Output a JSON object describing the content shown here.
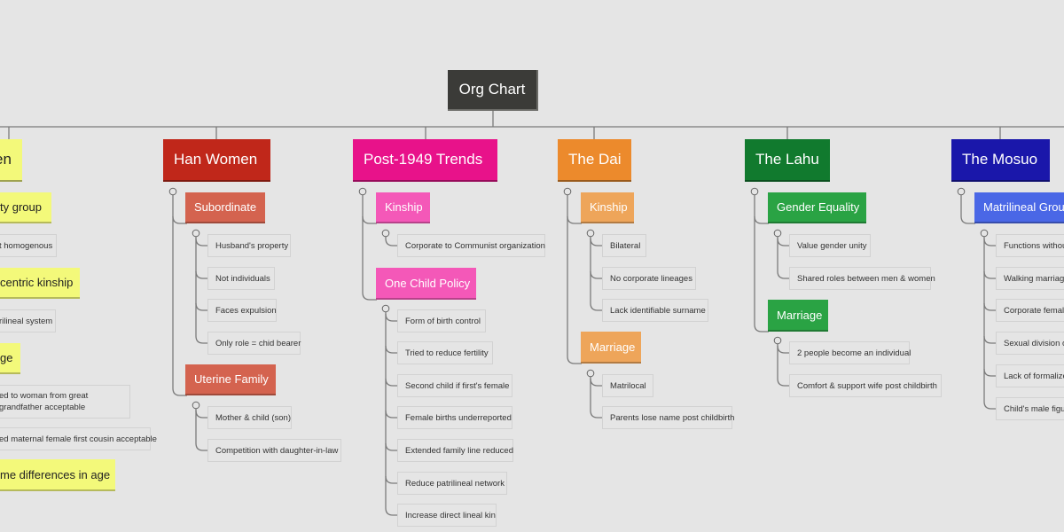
{
  "root": {
    "label": "Org Chart"
  },
  "colors": {
    "yellow": "#f3f97a",
    "han": "#c0271a",
    "han_sub": "#d4634f",
    "post": "#e8128a",
    "post_sub": "#f458b8",
    "dai": "#ec8a2c",
    "dai_sub": "#eea55a",
    "lahu": "#117a2e",
    "lahu_sub": "#2aa344",
    "mosuo": "#1a17aa",
    "mosuo_sub": "#4a67e6"
  },
  "branches": [
    {
      "id": "left",
      "label": "en",
      "subs": [
        {
          "label": "ty group",
          "leaves": [
            "t homogenous"
          ]
        },
        {
          "label": "centric kinship",
          "leaves": [
            "rilineal system"
          ]
        },
        {
          "label": "ge",
          "leaves": [
            "ed to woman from great grandfather acceptable",
            "ed maternal female first cousin acceptable"
          ]
        },
        {
          "label": "me differences in age",
          "leaves": []
        }
      ]
    },
    {
      "id": "han",
      "label": "Han Women",
      "subs": [
        {
          "label": "Subordinate",
          "leaves": [
            "Husband's property",
            "Not individuals",
            "Faces expulsion",
            "Only role = chid bearer"
          ]
        },
        {
          "label": "Uterine Family",
          "leaves": [
            "Mother & child (son)",
            "Competition with daughter-in-law"
          ]
        }
      ]
    },
    {
      "id": "post",
      "label": "Post-1949 Trends",
      "subs": [
        {
          "label": "Kinship",
          "leaves": [
            "Corporate to Communist organization"
          ]
        },
        {
          "label": "One Child Policy",
          "leaves": [
            "Form of birth control",
            "Tried to reduce fertility",
            "Second child if first's female",
            "Female births underreported",
            "Extended family line reduced",
            "Reduce patrilineal network",
            "Increase direct lineal kin"
          ]
        }
      ]
    },
    {
      "id": "dai",
      "label": "The Dai",
      "subs": [
        {
          "label": "Kinship",
          "leaves": [
            "Bilateral",
            "No corporate lineages",
            "Lack identifiable surname"
          ]
        },
        {
          "label": "Marriage",
          "leaves": [
            "Matrilocal",
            "Parents lose name post childbirth"
          ]
        }
      ]
    },
    {
      "id": "lahu",
      "label": "The Lahu",
      "subs": [
        {
          "label": "Gender Equality",
          "leaves": [
            "Value gender unity",
            "Shared roles between men & women"
          ]
        },
        {
          "label": "Marriage",
          "leaves": [
            "2 people become an individual",
            "Comfort & support wife post childbirth"
          ]
        }
      ]
    },
    {
      "id": "mosuo",
      "label": "The Mosuo",
      "subs": [
        {
          "label": "Matrilineal Grou",
          "leaves": [
            "Functions withou",
            "Walking marriage",
            "Corporate female",
            "Sexual division o",
            "Lack of formalize",
            "Child's male figur"
          ]
        }
      ]
    }
  ]
}
